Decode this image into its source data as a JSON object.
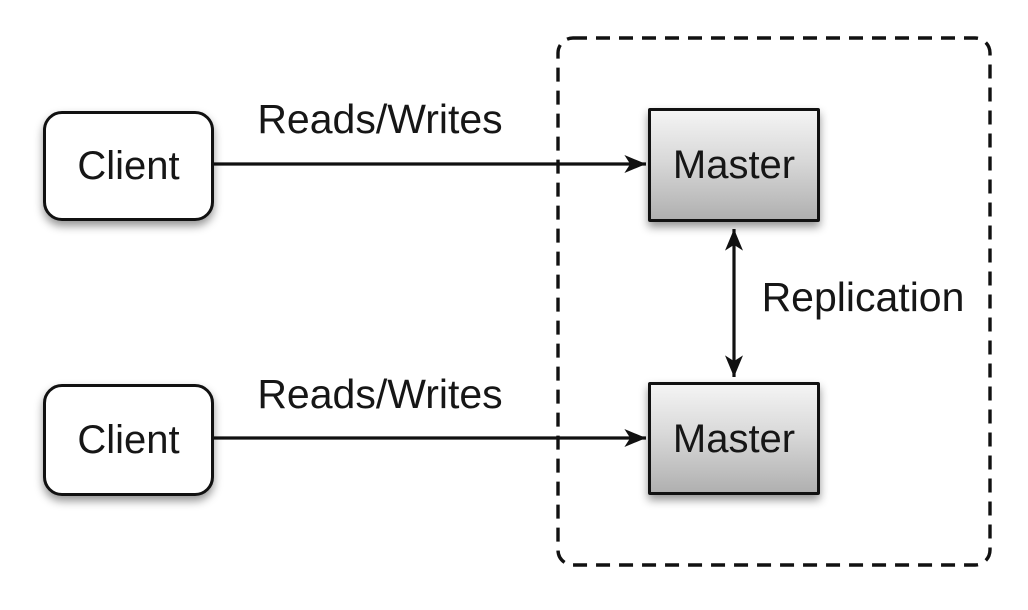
{
  "diagram": {
    "kind": "architecture-diagram",
    "nodes": [
      {
        "id": "client-1",
        "label": "Client",
        "shape": "rounded-rectangle"
      },
      {
        "id": "client-2",
        "label": "Client",
        "shape": "rounded-rectangle"
      },
      {
        "id": "master-1",
        "label": "Master",
        "shape": "rectangle"
      },
      {
        "id": "master-2",
        "label": "Master",
        "shape": "rectangle"
      }
    ],
    "edges": [
      {
        "from": "client-1",
        "to": "master-1",
        "label": "Reads/Writes",
        "direction": "one-way"
      },
      {
        "from": "client-2",
        "to": "master-2",
        "label": "Reads/Writes",
        "direction": "one-way"
      },
      {
        "from": "master-1",
        "to": "master-2",
        "label": "Replication",
        "direction": "two-way"
      }
    ],
    "cluster": {
      "style": "dashed-rounded-rectangle",
      "contains": [
        "master-1",
        "master-2"
      ]
    },
    "colors": {
      "background": "#ffffff",
      "line": "#111111",
      "text": "#161616",
      "client_fill": "#ffffff",
      "master_gradient_top": "#f4f4f4",
      "master_gradient_bottom": "#b0b0b0"
    }
  }
}
